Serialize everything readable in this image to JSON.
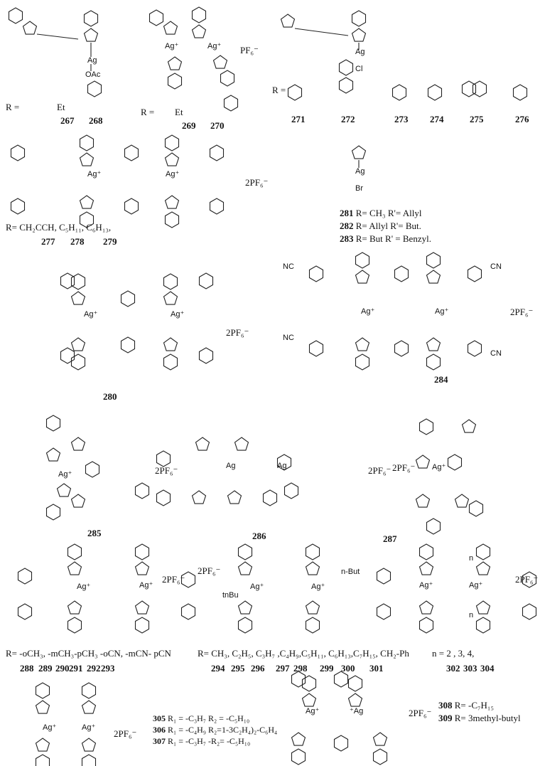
{
  "atoms": {
    "ag": "Ag",
    "ag_plus": "Ag⁺",
    "plus_ag": "⁺Ag",
    "oac": "OAc",
    "cl": "Cl",
    "br": "Br",
    "n": "N",
    "r": "R",
    "nc": "NC",
    "cn": "CN",
    "ntbu": "tnBu",
    "nbut": "n-But"
  },
  "g1": {
    "r_eq": "R =",
    "et": "Et",
    "c267": "267",
    "c268": "268"
  },
  "g2": {
    "pf6": "PF₆⁻",
    "r_eq": "R =",
    "et": "Et",
    "c269": "269",
    "c270": "270"
  },
  "g3": {
    "r_eq": "R =",
    "c271": "271",
    "c272": "272",
    "c273": "273",
    "c274": "274",
    "c275": "275",
    "c276": "276"
  },
  "g4": {
    "pf6": "2PF₆⁻",
    "r_def": "R= CH₂CCH, C₅H₁₁, C₆H₁₃,",
    "c277": "277",
    "c278": "278",
    "c279": "279"
  },
  "g5": {
    "lines": [
      {
        "num": "281",
        "text": " R= CH₃ R'= Allyl"
      },
      {
        "num": "282",
        "text": " R= Allyl  R'= But."
      },
      {
        "num": "283",
        "text": " R= But  R' = Benzyl."
      }
    ]
  },
  "g6": {
    "pf6": "2PF₆⁻",
    "c280": "280"
  },
  "g7": {
    "pf6": "2PF₆⁻",
    "c284": "284"
  },
  "g8": {
    "c285": "285",
    "c286": "286",
    "c287": "287",
    "pf6": "2PF₆⁻"
  },
  "g9": {
    "pf6": "2PF₆⁻",
    "r_def": "R=  -oCH₃, -mCH₃-pCH₃ -oCN, -mCN- pCN",
    "nums": [
      "288",
      "289",
      "290",
      "291",
      "292",
      "293"
    ]
  },
  "g10": {
    "pf6": "2PF₆⁻",
    "r_def": "R= CH₃, C₂H₅, C₃H₇ ,C₄H₉,C₅H₁₁, C₆H₁₃,C₇H₁₅, CH₂-Ph",
    "nums": [
      "294",
      "295",
      "296",
      "297",
      "298",
      "299",
      "300",
      "301"
    ]
  },
  "g11": {
    "pf6": "2PF₆⁻",
    "n_def": "n =  2 ,     3,    4,",
    "nums": [
      "302",
      "303",
      "304"
    ],
    "n": "n"
  },
  "g12": {
    "pf6": "2PF₆⁻",
    "lines": [
      {
        "num": "305",
        "text": " R₁ = -C₃H₇   R₂ = -C₅H₁₀"
      },
      {
        "num": "306",
        "text": " R₁ = -C₄H₉   R₂=1-3C₂H₄)₂-C₆H₄"
      },
      {
        "num": "307",
        "text": " R₁ = -C₃H₇   -R₂= -C₅H₁₀"
      }
    ]
  },
  "g13": {
    "pf6": "2PF₆⁻",
    "lines": [
      {
        "num": "308",
        "text": " R= -C₇H₁₅"
      },
      {
        "num": "309",
        "text": " R= 3methyl-butyl"
      }
    ]
  }
}
